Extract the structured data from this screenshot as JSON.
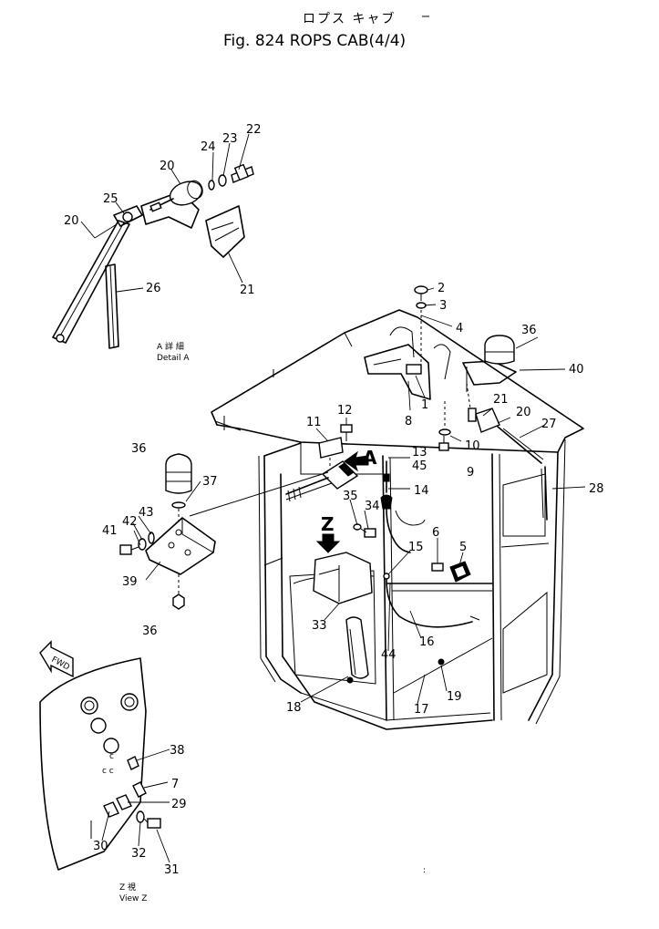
{
  "header": {
    "title_jp": "ロプス キャブ",
    "title_en": "Fig. 824 ROPS CAB(4/4)"
  },
  "detail_a": {
    "label_jp": "A 詳 細",
    "label_en": "Detail A"
  },
  "view_z": {
    "label_jp": "Z 視",
    "label_en": "View Z"
  },
  "fwd_label": "FWD",
  "arrow_labels": {
    "a": "A",
    "z": "Z"
  },
  "callouts": [
    {
      "id": "c22",
      "text": "22"
    },
    {
      "id": "c23",
      "text": "23"
    },
    {
      "id": "c24",
      "text": "24"
    },
    {
      "id": "c20a",
      "text": "20"
    },
    {
      "id": "c25",
      "text": "25"
    },
    {
      "id": "c20b",
      "text": "20"
    },
    {
      "id": "c26",
      "text": "26"
    },
    {
      "id": "c21a",
      "text": "21"
    },
    {
      "id": "c2",
      "text": "2"
    },
    {
      "id": "c3",
      "text": "3"
    },
    {
      "id": "c4",
      "text": "4"
    },
    {
      "id": "c36a",
      "text": "36"
    },
    {
      "id": "c40",
      "text": "40"
    },
    {
      "id": "c1",
      "text": "1"
    },
    {
      "id": "c8",
      "text": "8"
    },
    {
      "id": "c21b",
      "text": "21"
    },
    {
      "id": "c20c",
      "text": "20"
    },
    {
      "id": "c27",
      "text": "27"
    },
    {
      "id": "c10",
      "text": "10"
    },
    {
      "id": "c12",
      "text": "12"
    },
    {
      "id": "c11",
      "text": "11"
    },
    {
      "id": "c13",
      "text": "13"
    },
    {
      "id": "c45",
      "text": "45"
    },
    {
      "id": "c9",
      "text": "9"
    },
    {
      "id": "c14",
      "text": "14"
    },
    {
      "id": "c28",
      "text": "28"
    },
    {
      "id": "c36b",
      "text": "36"
    },
    {
      "id": "c37",
      "text": "37"
    },
    {
      "id": "c35",
      "text": "35"
    },
    {
      "id": "c34",
      "text": "34"
    },
    {
      "id": "c43",
      "text": "43"
    },
    {
      "id": "c42",
      "text": "42"
    },
    {
      "id": "c41",
      "text": "41"
    },
    {
      "id": "c6",
      "text": "6"
    },
    {
      "id": "c5",
      "text": "5"
    },
    {
      "id": "c15",
      "text": "15"
    },
    {
      "id": "c39",
      "text": "39"
    },
    {
      "id": "c33",
      "text": "33"
    },
    {
      "id": "c16",
      "text": "16"
    },
    {
      "id": "c44",
      "text": "44"
    },
    {
      "id": "c36c",
      "text": "36"
    },
    {
      "id": "c18",
      "text": "18"
    },
    {
      "id": "c19",
      "text": "19"
    },
    {
      "id": "c17",
      "text": "17"
    },
    {
      "id": "c38",
      "text": "38"
    },
    {
      "id": "c7",
      "text": "7"
    },
    {
      "id": "c29",
      "text": "29"
    },
    {
      "id": "c30",
      "text": "30"
    },
    {
      "id": "c32",
      "text": "32"
    },
    {
      "id": "c31",
      "text": "31"
    }
  ]
}
